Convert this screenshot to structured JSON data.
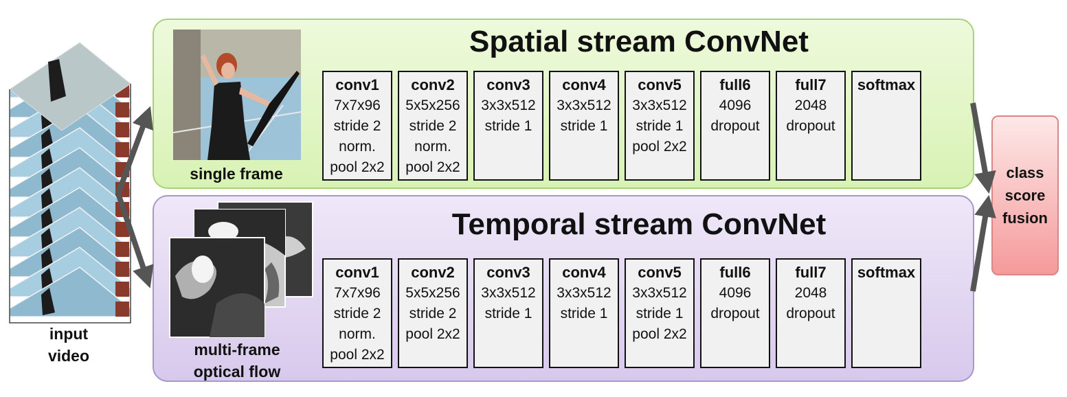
{
  "input": {
    "caption_line1": "input",
    "caption_line2": "video"
  },
  "spatial": {
    "title": "Spatial stream ConvNet",
    "image_caption": "single frame",
    "layers": [
      {
        "name": "conv1",
        "params": [
          "7x7x96",
          "stride 2",
          "norm.",
          "pool 2x2"
        ]
      },
      {
        "name": "conv2",
        "params": [
          "5x5x256",
          "stride 2",
          "norm.",
          "pool 2x2"
        ]
      },
      {
        "name": "conv3",
        "params": [
          "3x3x512",
          "stride 1"
        ]
      },
      {
        "name": "conv4",
        "params": [
          "3x3x512",
          "stride 1"
        ]
      },
      {
        "name": "conv5",
        "params": [
          "3x3x512",
          "stride 1",
          "pool 2x2"
        ]
      },
      {
        "name": "full6",
        "params": [
          "4096",
          "dropout"
        ]
      },
      {
        "name": "full7",
        "params": [
          "2048",
          "dropout"
        ]
      },
      {
        "name": "softmax",
        "params": []
      }
    ]
  },
  "temporal": {
    "title": "Temporal stream ConvNet",
    "image_caption_line1": "multi-frame",
    "image_caption_line2": "optical flow",
    "layers": [
      {
        "name": "conv1",
        "params": [
          "7x7x96",
          "stride 2",
          "norm.",
          "pool 2x2"
        ]
      },
      {
        "name": "conv2",
        "params": [
          "5x5x256",
          "stride 2",
          "pool 2x2"
        ]
      },
      {
        "name": "conv3",
        "params": [
          "3x3x512",
          "stride 1"
        ]
      },
      {
        "name": "conv4",
        "params": [
          "3x3x512",
          "stride 1"
        ]
      },
      {
        "name": "conv5",
        "params": [
          "3x3x512",
          "stride 1",
          "pool 2x2"
        ]
      },
      {
        "name": "full6",
        "params": [
          "4096",
          "dropout"
        ]
      },
      {
        "name": "full7",
        "params": [
          "2048",
          "dropout"
        ]
      },
      {
        "name": "softmax",
        "params": []
      }
    ]
  },
  "fusion": {
    "line1": "class",
    "line2": "score",
    "line3": "fusion"
  },
  "colors": {
    "spatial_panel": "#dff4c4",
    "temporal_panel": "#e0d5f0",
    "fusion_box": "#f8b4b4",
    "arrow": "#555555"
  }
}
